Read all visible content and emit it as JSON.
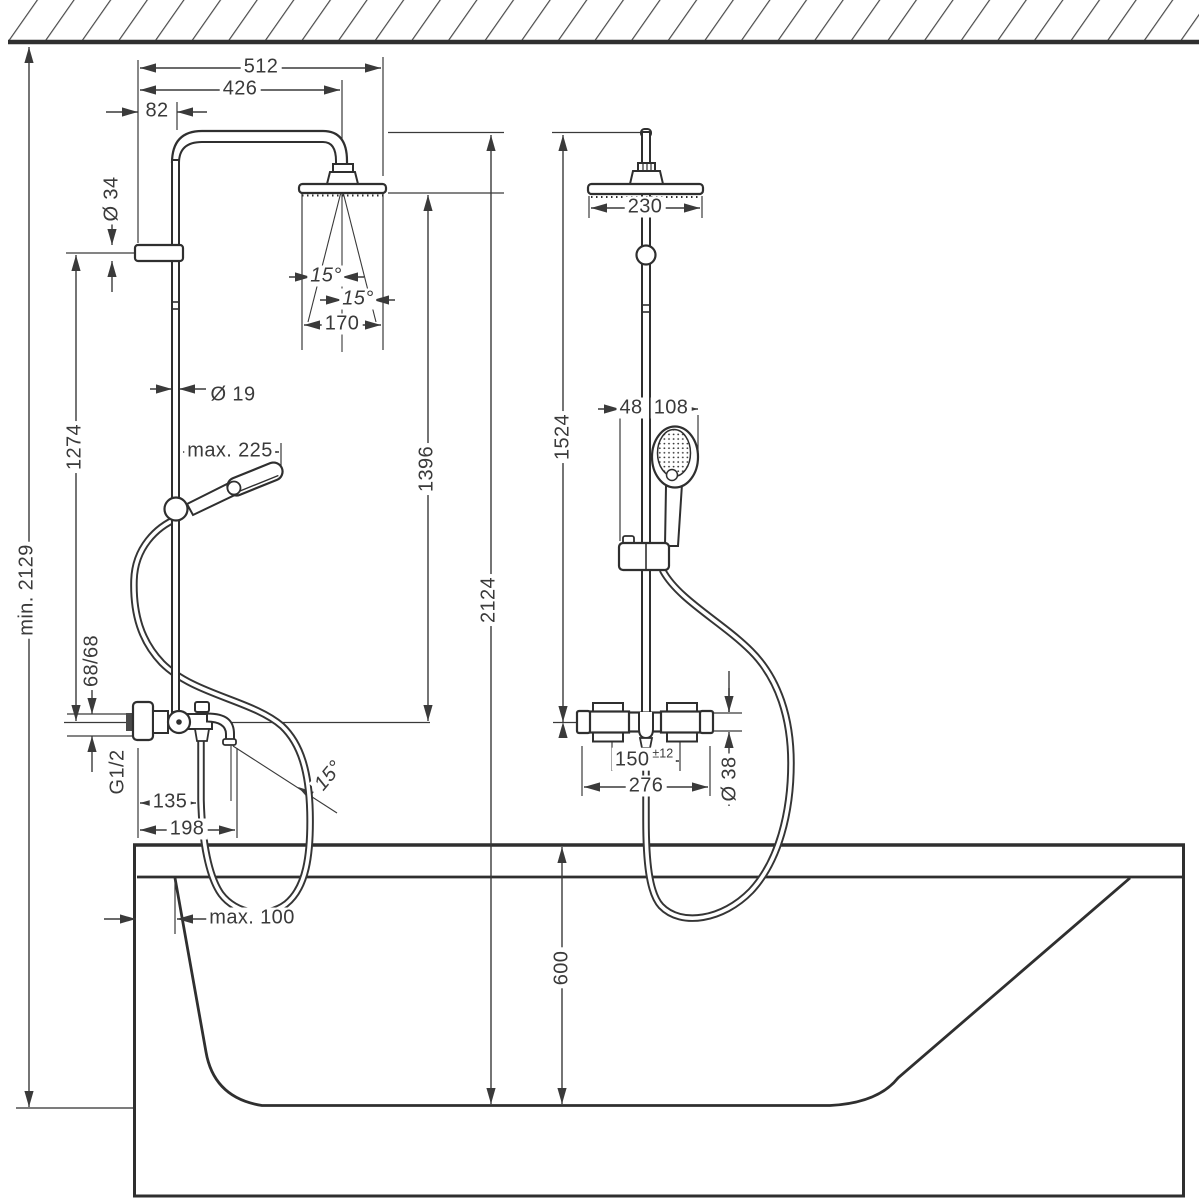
{
  "dims": {
    "top_width": "512",
    "arm_width": "426",
    "wall_offset": "82",
    "bracket_dia": "Ø 34",
    "spray_angle_left": "15°",
    "spray_angle_right": "15°",
    "spray_width": "170",
    "bar_dia": "Ø 19",
    "bar_height": "1274",
    "handshower_reach": "max. 225",
    "ceiling_min": "min. 2129",
    "supply_offset": "68/68",
    "thread": "G1/2",
    "spout_reach": "135",
    "spout_total": "198",
    "spout_angle": "15°",
    "head_above_valve": "1396",
    "head_above_floor": "2124",
    "head_width": "230",
    "holder_offset": "48",
    "handshower_width": "108",
    "head_above_thermostat": "1524",
    "valve_centers_main": "150",
    "valve_centers_tol": "±12",
    "thermostat_width": "276",
    "handle_dia": "Ø 38",
    "rim_to_floor": "600",
    "rim_width": "max. 100"
  }
}
